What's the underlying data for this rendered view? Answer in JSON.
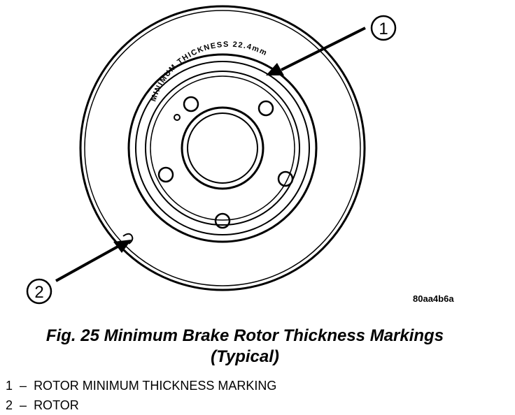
{
  "diagram": {
    "rotor_marking_text": "MINIMUM THICKNESS 22.4mm",
    "callouts": [
      "1",
      "2"
    ],
    "figure_code": "80aa4b6a"
  },
  "caption": {
    "line1": "Fig. 25 Minimum Brake Rotor Thickness Markings",
    "line2": "(Typical)"
  },
  "legend": [
    {
      "number": "1",
      "separator": "–",
      "text": "ROTOR MINIMUM THICKNESS MARKING"
    },
    {
      "number": "2",
      "separator": "–",
      "text": "ROTOR"
    }
  ]
}
